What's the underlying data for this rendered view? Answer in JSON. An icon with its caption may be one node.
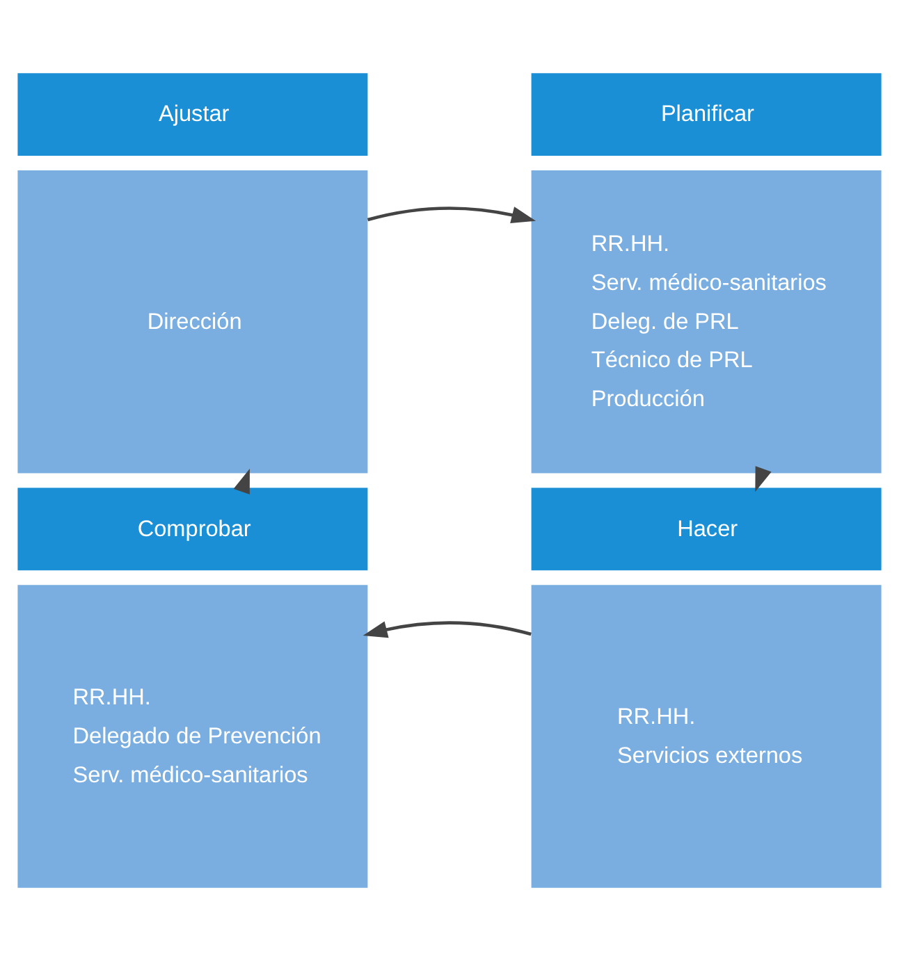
{
  "diagram": {
    "nodes": [
      {
        "text": [
          "Ajustar"
        ]
      },
      {
        "text": [
          "Dirección"
        ]
      },
      {
        "text": [
          "Planificar"
        ]
      },
      {
        "text": [
          "RR.HH.",
          "Serv. médico-sanitarios",
          "Deleg. de PRL",
          "Técnico de PRL",
          "Producción"
        ]
      },
      {
        "text": [
          "Comprobar"
        ]
      },
      {
        "text": [
          "RR.HH.",
          "Delegado de Prevención",
          "Serv. médico-sanitarios"
        ]
      },
      {
        "text": [
          "Hacer"
        ]
      },
      {
        "text": [
          "RR.HH.",
          "Servicios externos"
        ]
      }
    ],
    "edges": [
      {
        "from": 1,
        "to": 3,
        "arrow": "to"
      },
      {
        "from": 3,
        "to": 6,
        "arrow": "to"
      },
      {
        "from": 7,
        "to": 5,
        "arrow": "to"
      },
      {
        "from": 4,
        "to": 1,
        "arrow": "to"
      }
    ]
  }
}
